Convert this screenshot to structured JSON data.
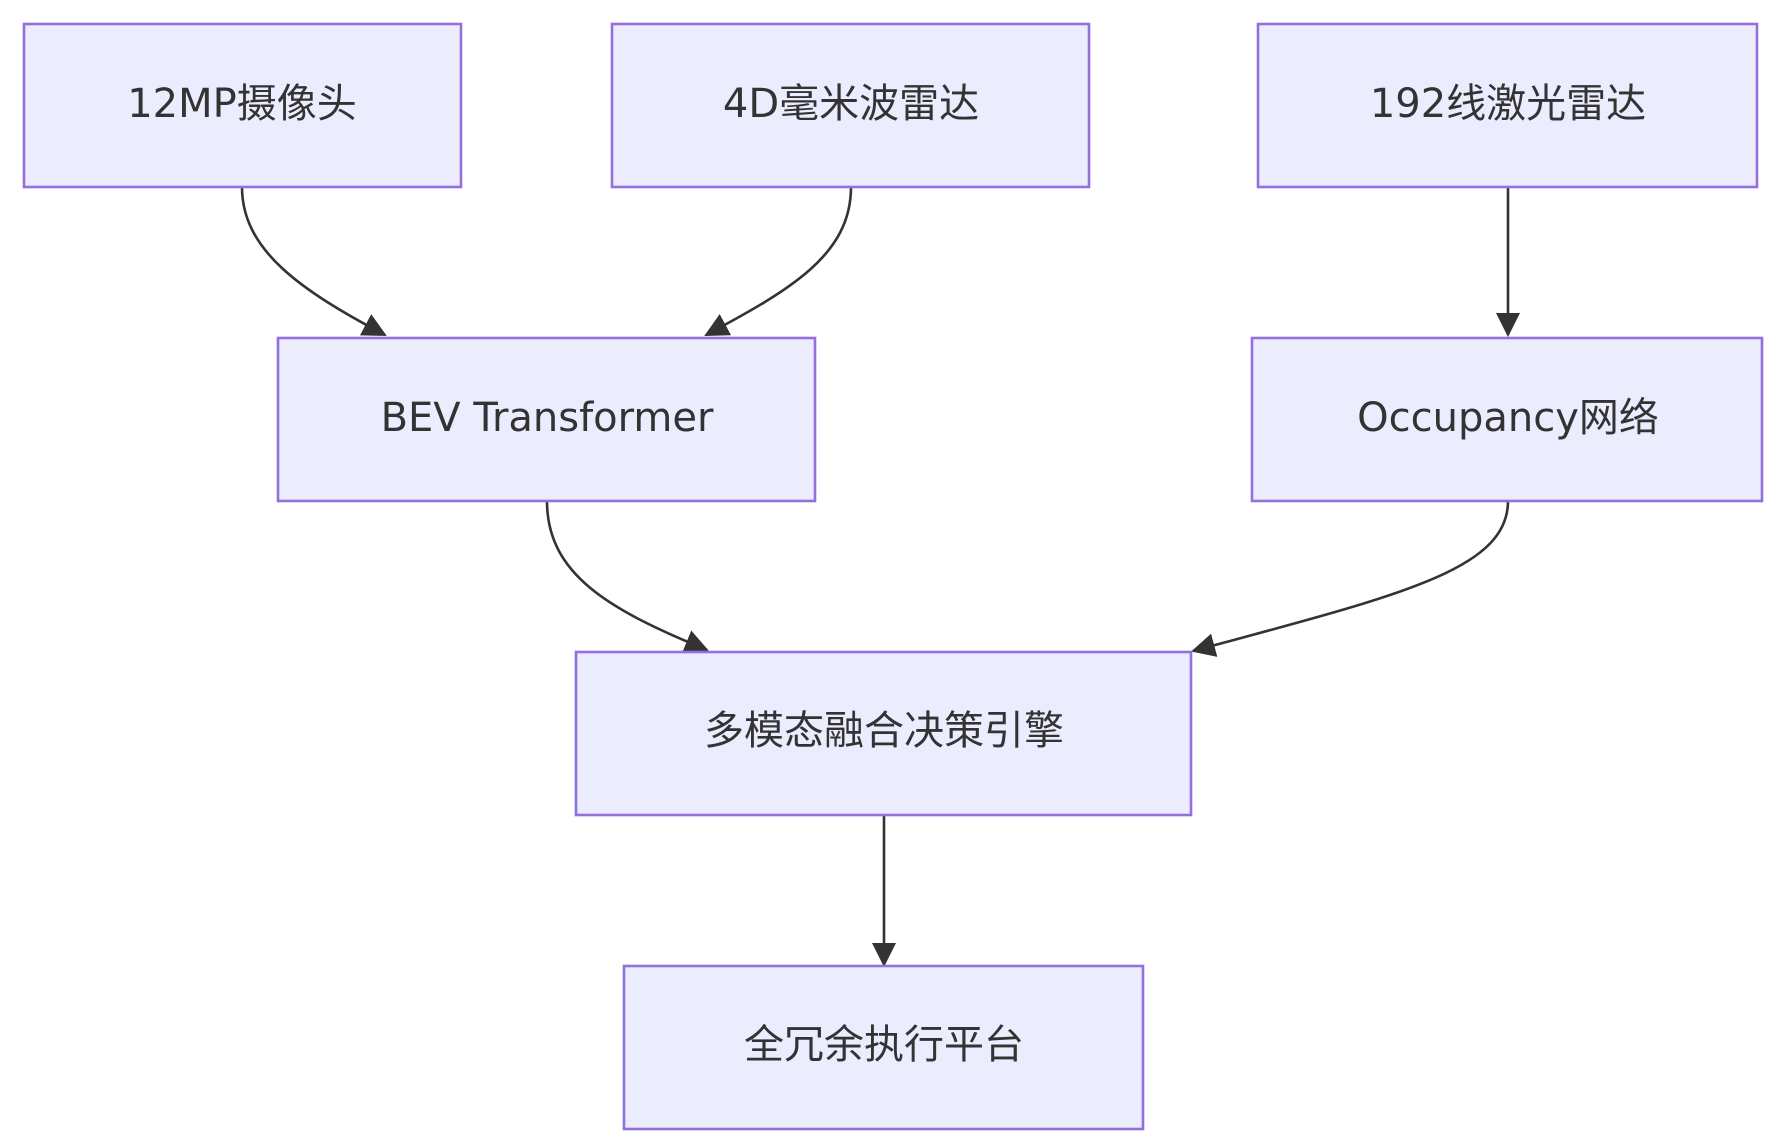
{
  "colors": {
    "node_fill": "#ececff",
    "node_stroke": "#9370db",
    "edge": "#333333",
    "text": "#333333",
    "background": "#ffffff"
  },
  "nodes": {
    "camera": {
      "label": "12MP摄像头"
    },
    "radar": {
      "label": "4D毫米波雷达"
    },
    "lidar": {
      "label": "192线激光雷达"
    },
    "bev": {
      "label": "BEV Transformer"
    },
    "occupancy": {
      "label": "Occupancy网络"
    },
    "fusion": {
      "label": "多模态融合决策引擎"
    },
    "platform": {
      "label": "全冗余执行平台"
    }
  },
  "edges": [
    {
      "from": "camera",
      "to": "bev"
    },
    {
      "from": "radar",
      "to": "bev"
    },
    {
      "from": "lidar",
      "to": "occupancy"
    },
    {
      "from": "bev",
      "to": "fusion"
    },
    {
      "from": "occupancy",
      "to": "fusion"
    },
    {
      "from": "fusion",
      "to": "platform"
    }
  ]
}
